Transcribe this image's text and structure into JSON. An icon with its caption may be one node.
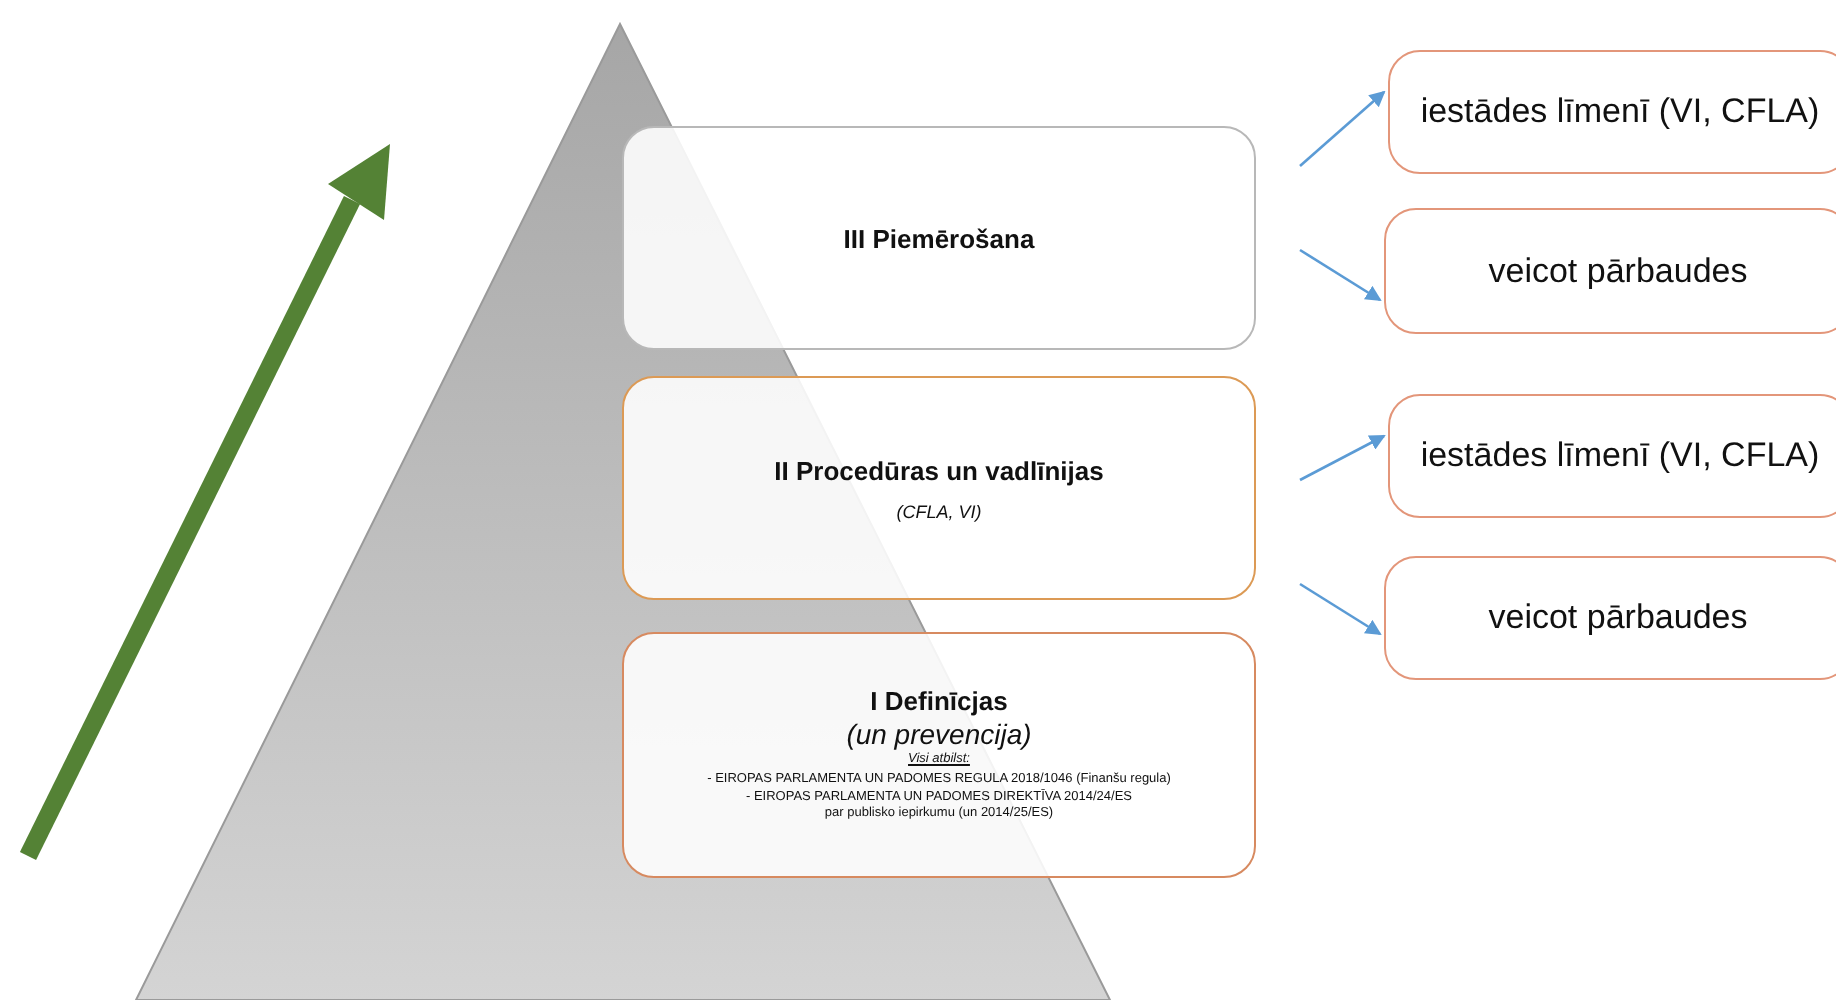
{
  "diagram": {
    "nodes": [
      {
        "text": [
          "III Piemērošana"
        ]
      },
      {
        "text": [
          "II Procedūras un vadlīnijas",
          "(CFLA, VI)"
        ]
      },
      {
        "text": [
          "I Definīcjas",
          "(un prevencija)",
          "Visi atbilst:",
          "- EIROPAS PARLAMENTA UN PADOMES REGULA 2018/1046 (Finanšu regula)",
          "- EIROPAS PARLAMENTA UN PADOMES DIREKTĪVA 2014/24/ES par publisko iepirkumu (un 2014/25/ES)"
        ]
      },
      {
        "text": [
          "iestādes līmenī (VI, CFLA)"
        ]
      },
      {
        "text": [
          "veicot pārbaudes"
        ]
      },
      {
        "text": [
          "iestādes līmenī (VI, CFLA)"
        ]
      },
      {
        "text": [
          "veicot pārbaudes"
        ]
      }
    ],
    "edges": [
      {
        "from": 0,
        "to": 3,
        "arrow": "to"
      },
      {
        "from": 0,
        "to": 4,
        "arrow": "to"
      },
      {
        "from": 1,
        "to": 5,
        "arrow": "to"
      },
      {
        "from": 1,
        "to": 6,
        "arrow": "to"
      }
    ]
  }
}
